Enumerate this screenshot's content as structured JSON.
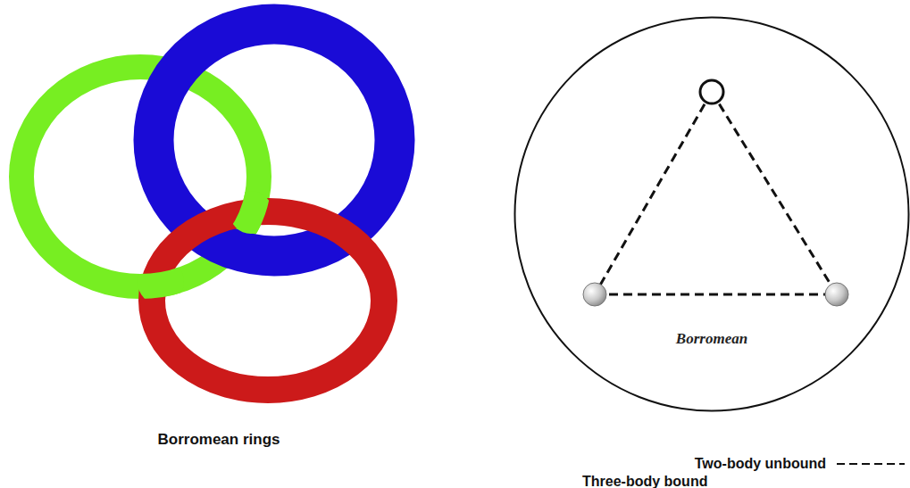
{
  "diagram": {
    "nodes": [
      {
        "text": [
          "Borromean"
        ]
      }
    ],
    "labels": [
      "Borromean rings"
    ],
    "legend": [
      {
        "text": "Two-body unbound"
      },
      {
        "text": "Three-body bound"
      }
    ]
  }
}
